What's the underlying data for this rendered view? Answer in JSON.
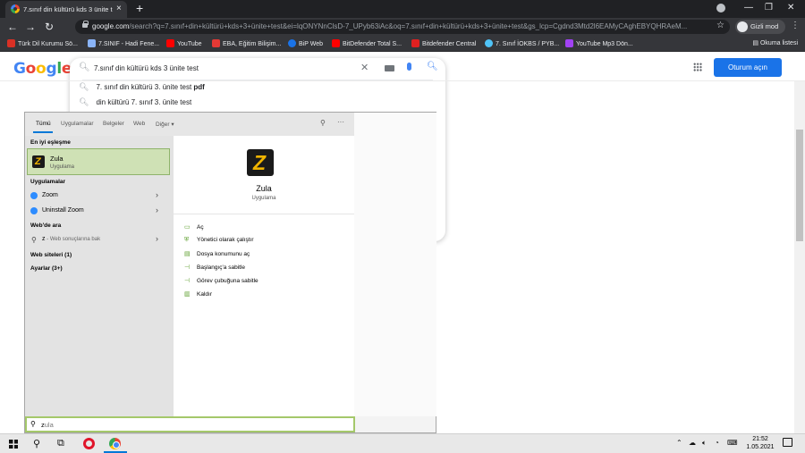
{
  "browser": {
    "tab_title": "7.sınıf din kültürü kds 3 ünite test",
    "tab_close": "×",
    "new_tab": "+",
    "url_host": "google.com",
    "url_path": "/search?q=7.sınıf+din+kültürü+kds+3+ünite+test&ei=lqONYNnClsD-7_UPyb63iAc&oq=7.sınıf+din+kültürü+kds+3+ünite+test&gs_lcp=Cgdnd3Mtd2l6EAMyCAghEBYQHRAeM...",
    "incognito_label": "Gizli mod",
    "bookmarks": [
      {
        "label": "Türk Dil Kurumu Sö...",
        "color": "#d93025"
      },
      {
        "label": "7.SINIF - Hadi Fene...",
        "color": "#8ab4f8"
      },
      {
        "label": "YouTube",
        "color": "#ff0000"
      },
      {
        "label": "EBA, Eğitim Bilişim...",
        "color": "#e53935"
      },
      {
        "label": "BiP Web",
        "color": "#1a73e8"
      },
      {
        "label": "BitDefender Total S...",
        "color": "#ff0000"
      },
      {
        "label": "Bitdefender Central",
        "color": "#e02020"
      },
      {
        "label": "7. Sınıf İOKBS / PYB...",
        "color": "#4fc3f7"
      },
      {
        "label": "YouTube Mp3 Dön...",
        "color": "#a142f4"
      }
    ],
    "reading_list": "Okuma listesi"
  },
  "google": {
    "logo_letters": [
      {
        "ch": "G",
        "color": "#4285f4"
      },
      {
        "ch": "o",
        "color": "#ea4335"
      },
      {
        "ch": "o",
        "color": "#fbbc05"
      },
      {
        "ch": "g",
        "color": "#4285f4"
      },
      {
        "ch": "l",
        "color": "#34a853"
      },
      {
        "ch": "e",
        "color": "#ea4335"
      }
    ],
    "query": "7.sınıf din kültürü kds 3 ünite test",
    "suggestions": [
      {
        "text": "7. sınıf din kültürü 3. ünite test ",
        "bold": "pdf"
      },
      {
        "text": "din kültürü 7. sınıf 3. ünite test",
        "bold": ""
      }
    ],
    "signin_label": "Oturum açın",
    "accent": "#1a73e8"
  },
  "start_menu": {
    "tabs": [
      "Tümü",
      "Uygulamalar",
      "Belgeler",
      "Web",
      "Diğer ▾"
    ],
    "best_match_header": "En iyi eşleşme",
    "best_match": {
      "name": "Zula",
      "type": "Uygulama"
    },
    "apps_header": "Uygulamalar",
    "apps": [
      {
        "label": "Zoom"
      },
      {
        "label": "Uninstall Zoom"
      }
    ],
    "web_header": "Web'de ara",
    "web_item": {
      "query": "z",
      "hint": " - Web sonuçlarına bak"
    },
    "websites_header": "Web siteleri (1)",
    "settings_header": "Ayarlar (3+)",
    "detail": {
      "name": "Zula",
      "type": "Uygulama",
      "actions": [
        {
          "icon": "open-icon",
          "glyph": "▭",
          "label": "Aç"
        },
        {
          "icon": "run-as-admin-icon",
          "glyph": "⛨",
          "label": "Yönetici olarak çalıştır"
        },
        {
          "icon": "file-location-icon",
          "glyph": "▤",
          "label": "Dosya konumunu aç"
        },
        {
          "icon": "pin-start-icon",
          "glyph": "⊣",
          "label": "Başlangıç'a sabitle"
        },
        {
          "icon": "pin-taskbar-icon",
          "glyph": "⊣",
          "label": "Görev çubuğuna sabitle"
        },
        {
          "icon": "uninstall-icon",
          "glyph": "🗑",
          "label": "Kaldır"
        }
      ]
    },
    "search_typed": "z",
    "search_placeholder": "ula",
    "accent_color": "#a4c86a"
  },
  "taskbar": {
    "time": "21:52",
    "date": "1.05.2021"
  }
}
